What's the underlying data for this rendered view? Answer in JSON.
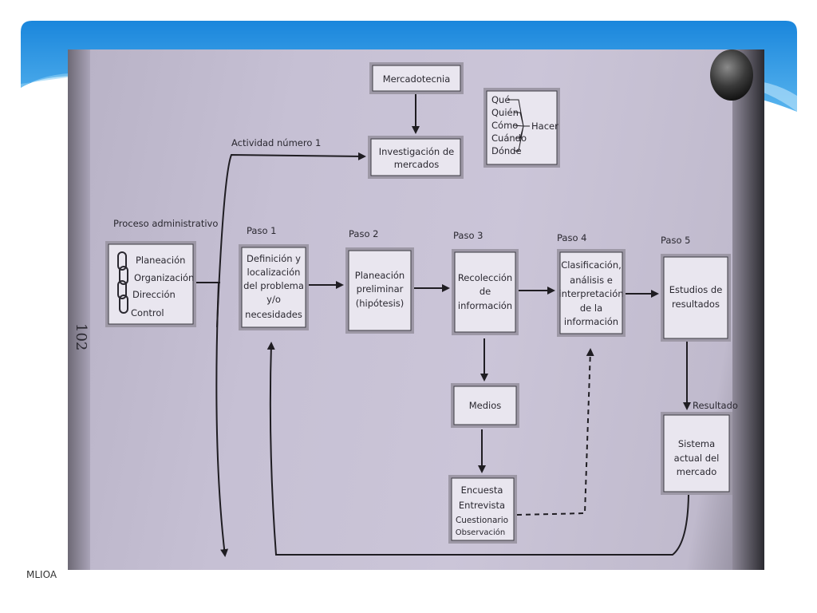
{
  "footer": {
    "label": "MLIOA"
  },
  "page_number": "102",
  "boxes": {
    "mercadotecnia": [
      "Mercadotecnia"
    ],
    "investigacion": [
      "Investigación de",
      "mercados"
    ],
    "proceso_admin": [
      "Planeación",
      "Organización",
      "Dirección",
      "Control"
    ],
    "paso1": [
      "Definición y",
      "localización",
      "del problema",
      "y/o",
      "necesidades"
    ],
    "paso2": [
      "Planeación",
      "preliminar",
      "(hipótesis)"
    ],
    "paso3": [
      "Recolección",
      "de",
      "información"
    ],
    "paso4": [
      "Clasificación,",
      "análisis e",
      "interpretación",
      "de la",
      "información"
    ],
    "paso5": [
      "Estudios de",
      "resultados"
    ],
    "medios": [
      "Medios"
    ],
    "encuesta": [
      "Encuesta",
      "Entrevista",
      "Cuestionario",
      "Observación"
    ],
    "sistema": [
      "Sistema",
      "actual del",
      "mercado"
    ],
    "que": [
      "Qué",
      "Quién",
      "Cómo",
      "Cuándo",
      "Dónde"
    ],
    "hacer": "Hacer"
  },
  "labels": {
    "actividad": "Actividad número 1",
    "proceso": "Proceso administrativo",
    "paso1": "Paso 1",
    "paso2": "Paso 2",
    "paso3": "Paso 3",
    "paso4": "Paso 4",
    "paso5": "Paso 5",
    "resultado": "Resultado"
  },
  "colors": {
    "banner": "#2a8fe0",
    "page": "#c6c0d4",
    "box_fill": "#e9e6ef",
    "ink": "#2a2830"
  }
}
